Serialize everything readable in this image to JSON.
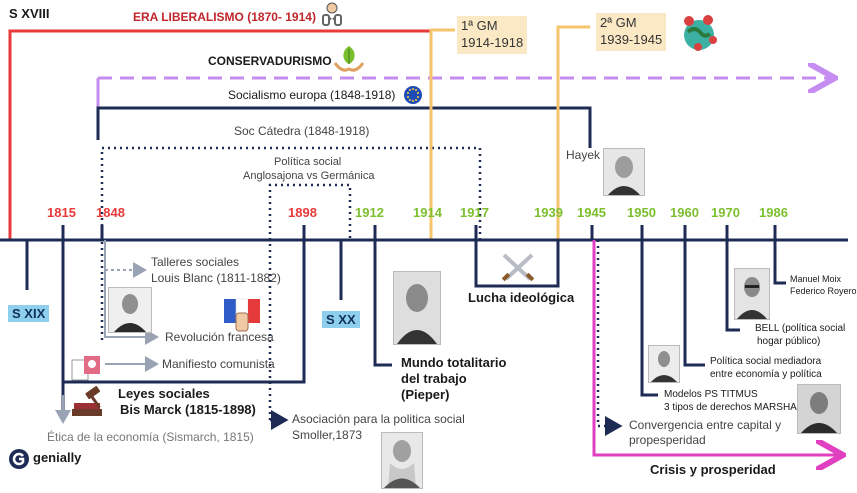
{
  "centuries": {
    "s18": "S XVIII",
    "s19": "S  XIX",
    "s20": "S XX"
  },
  "eras": {
    "liberalismo": "ERA LIBERALISMO (1870- 1914)",
    "conservadurismo": "CONSERVADURISMO",
    "socialismo": "Socialismo europa (1848-1918)",
    "soc_catedra": "Soc Cátedra (1848-1918)",
    "politica_social_1": "Política social",
    "politica_social_2": "Anglosajona vs Germánica",
    "hayek": "Hayek"
  },
  "wars": {
    "gm1_label": "1ª GM",
    "gm1_years": "1914-1918",
    "gm2_label": "2ª GM",
    "gm2_years": "1939-1945"
  },
  "years": [
    "1815",
    "1848",
    "1898",
    "1912",
    "1914",
    "1917",
    "1939",
    "1945",
    "1950",
    "1960",
    "1970",
    "1986"
  ],
  "events": {
    "talleres_1": "Talleres sociales",
    "talleres_2": "Louis Blanc (1811-1882)",
    "revolucion": "Revolución francesa",
    "manifiesto": "Manifiesto comunista",
    "leyes_1": "Leyes sociales",
    "leyes_2": "Bis Marck (1815-1898)",
    "etica": "Ética de la economía (Sismarch, 1815)",
    "asociacion_1": "Asociación para la politica social",
    "asociacion_2": "Smoller,1873",
    "mundo_1": "Mundo totalitario",
    "mundo_2": "del trabajo",
    "mundo_3": "(Pieper)",
    "lucha": "Lucha ideológica",
    "convergencia_1": "Convergencia entre capital y",
    "convergencia_2": "propesperidad",
    "crisis": "Crisis y prosperidad",
    "modelos_1": "Modelos PS TITMUS",
    "modelos_2": "3 tipos de derechos MARSHALL",
    "mediadora_1": "Política social mediadora",
    "mediadora_2": "entre economía y política",
    "bell_1": "BELL (política social",
    "bell_2": "hogar público)",
    "moix_1": "Manuel Moix",
    "moix_2": "Federico Royero"
  },
  "brand": {
    "name": "genially"
  },
  "icons": {
    "broken_chains": "broken-chains-icon",
    "leaf_hands": "leaf-hands-icon",
    "eu_flag": "eu-flag-icon",
    "globe_virus": "globe-virus-icon",
    "crossed_swords": "crossed-swords-icon",
    "french_flag_fist": "french-flag-fist-icon",
    "gavel_books": "gavel-books-icon",
    "manifesto_fist": "manifesto-fist-icon"
  },
  "colors": {
    "red": "#e83a3a",
    "green": "#7cbf2e",
    "navy": "#1d2b55",
    "violet": "#c58cf2",
    "magenta": "#e040c0",
    "orange": "#f6c46a",
    "grey_arrow": "#9aa3b3"
  }
}
